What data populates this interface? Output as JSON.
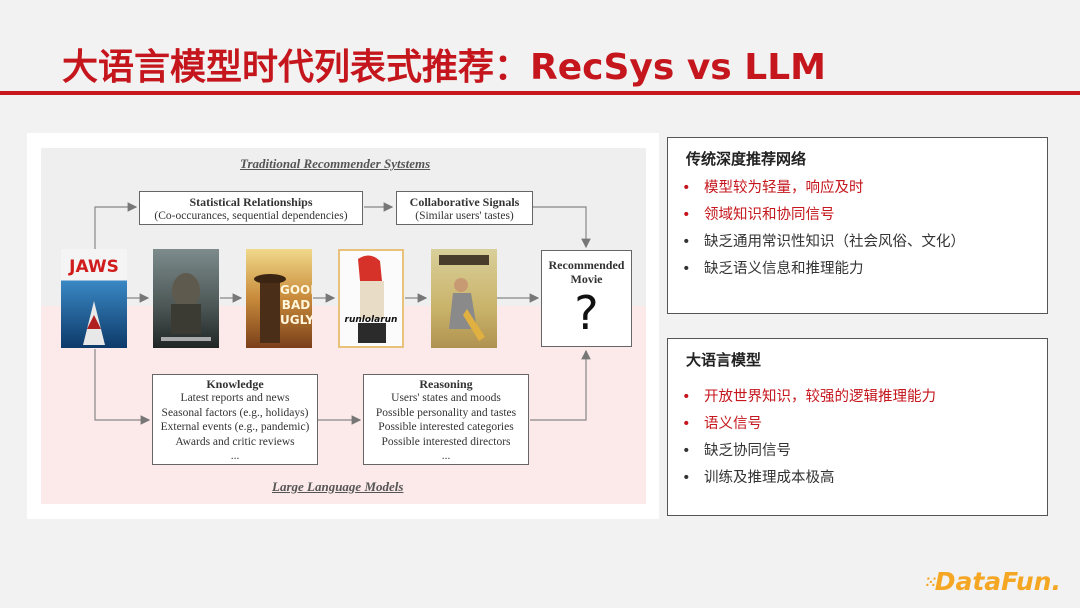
{
  "slide": {
    "title": "大语言模型时代列表式推荐：RecSys vs LLM"
  },
  "figure": {
    "top_heading": "Traditional Recommender Sytstems",
    "bottom_heading": "Large Language Models",
    "statistical": {
      "title": "Statistical Relationships",
      "line": "(Co-occurances, sequential dependencies)"
    },
    "collaborative": {
      "title": "Collaborative Signals",
      "line": "(Similar users' tastes)"
    },
    "knowledge": {
      "title": "Knowledge",
      "lines": [
        "Latest reports and news",
        "Seasonal factors (e.g., holidays)",
        "External events (e.g., pandemic)",
        "Awards and critic reviews",
        "..."
      ]
    },
    "reasoning": {
      "title": "Reasoning",
      "lines": [
        "Users' states and moods",
        "Possible personality and tastes",
        "Possible interested categories",
        "Possible interested directors",
        "..."
      ]
    },
    "recommended": {
      "line1": "Recommended",
      "line2": "Movie",
      "mark": "?"
    },
    "posters": {
      "jaws": "JAWS",
      "good_bad_ugly": [
        "GOOD",
        "BAD",
        "UGLY"
      ],
      "run_lola_run": "runlolarun"
    }
  },
  "panel_traditional": {
    "title": "传统深度推荐网络",
    "bullets": [
      {
        "text": "模型较为轻量，响应及时",
        "color": "red"
      },
      {
        "text": "领域知识和协同信号",
        "color": "red"
      },
      {
        "text": "缺乏通用常识性知识（社会风俗、文化）",
        "color": "black"
      },
      {
        "text": "缺乏语义信息和推理能力",
        "color": "black"
      }
    ]
  },
  "panel_llm": {
    "title": "大语言模型",
    "bullets": [
      {
        "text": "开放世界知识，较强的逻辑推理能力",
        "color": "red"
      },
      {
        "text": "语义信号",
        "color": "red"
      },
      {
        "text": "缺乏协同信号",
        "color": "black"
      },
      {
        "text": "训练及推理成本极高",
        "color": "black"
      }
    ]
  },
  "brand": {
    "logo_text": "DataFun."
  },
  "colors": {
    "accent_red": "#c4161c",
    "logo_orange": "#f5a623"
  }
}
